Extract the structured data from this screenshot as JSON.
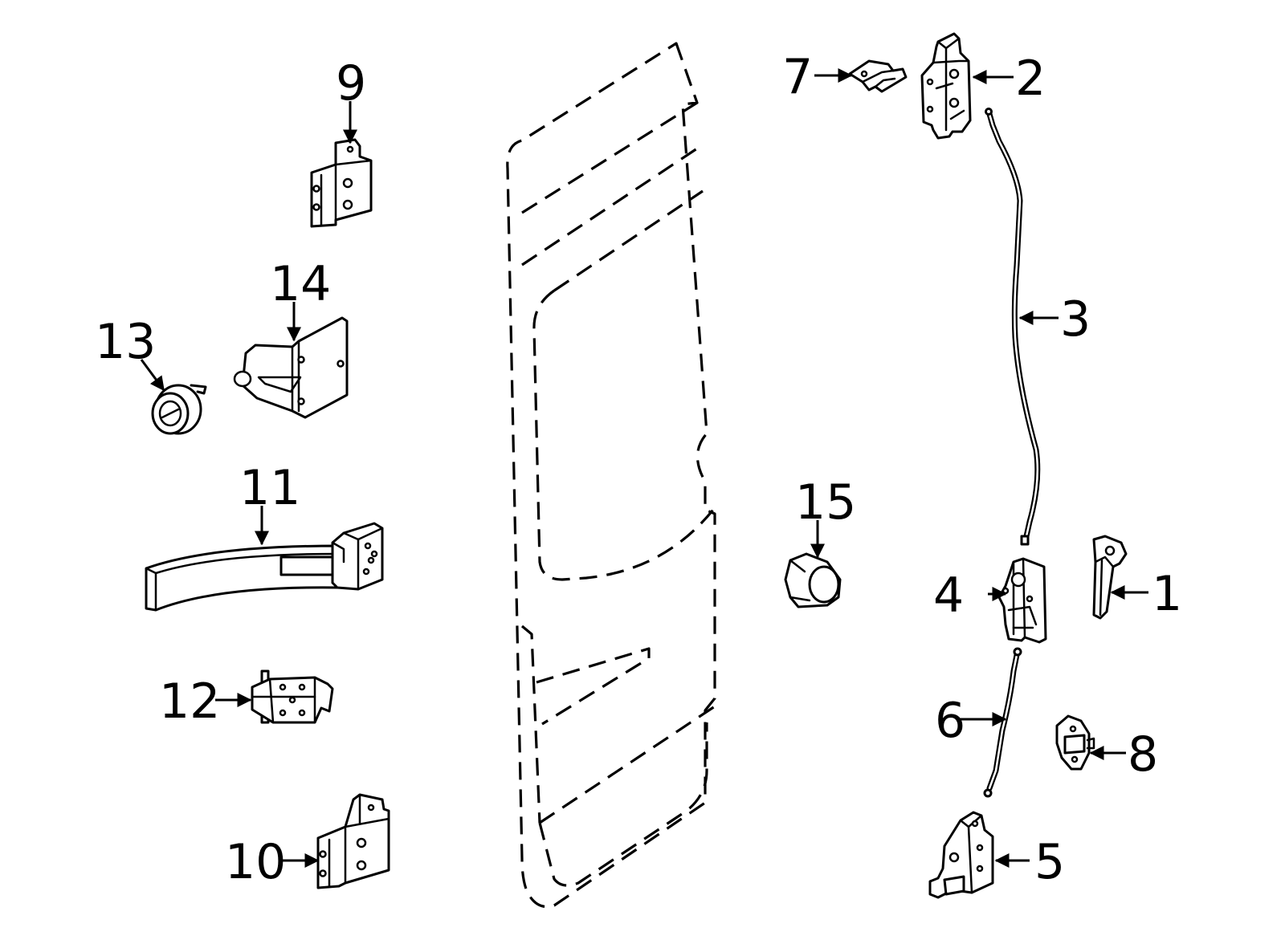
{
  "diagram": {
    "colors": {
      "line": "#000000",
      "background": "#ffffff"
    },
    "callouts": [
      {
        "id": "1",
        "label": "1"
      },
      {
        "id": "2",
        "label": "2"
      },
      {
        "id": "3",
        "label": "3"
      },
      {
        "id": "4",
        "label": "4"
      },
      {
        "id": "5",
        "label": "5"
      },
      {
        "id": "6",
        "label": "6"
      },
      {
        "id": "7",
        "label": "7"
      },
      {
        "id": "8",
        "label": "8"
      },
      {
        "id": "9",
        "label": "9"
      },
      {
        "id": "10",
        "label": "10"
      },
      {
        "id": "11",
        "label": "11"
      },
      {
        "id": "12",
        "label": "12"
      },
      {
        "id": "13",
        "label": "13"
      },
      {
        "id": "14",
        "label": "14"
      },
      {
        "id": "15",
        "label": "15"
      }
    ]
  }
}
